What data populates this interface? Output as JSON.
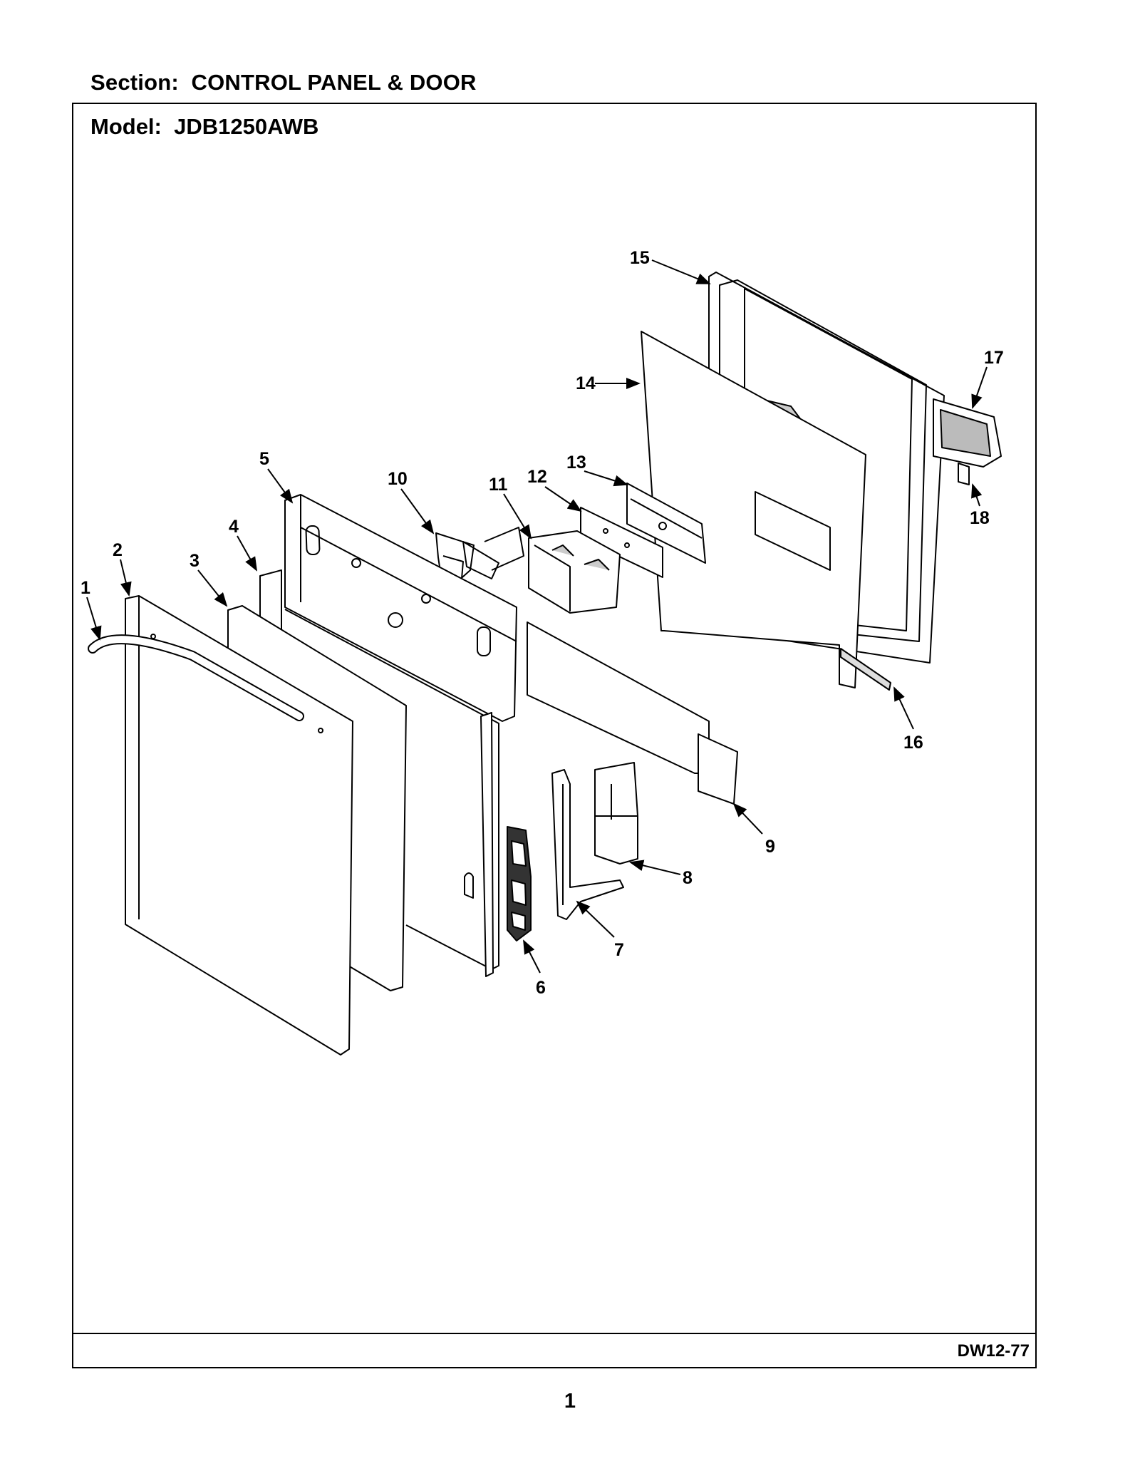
{
  "header": {
    "section_title": "Section:  CONTROL PANEL & DOOR",
    "model_title": "Model:  JDB1250AWB"
  },
  "footer": {
    "doc_code": "DW12-77",
    "page_number": "1"
  },
  "diagram": {
    "callouts": [
      "1",
      "2",
      "3",
      "4",
      "5",
      "6",
      "7",
      "8",
      "9",
      "10",
      "11",
      "12",
      "13",
      "14",
      "15",
      "16",
      "17",
      "18"
    ]
  }
}
